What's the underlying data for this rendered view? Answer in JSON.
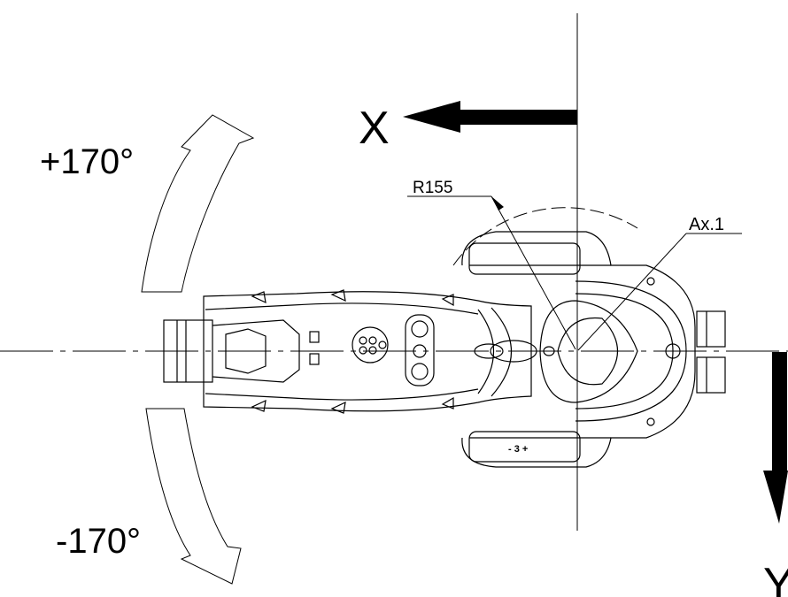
{
  "axis_labels": {
    "x": "X",
    "y": "Y"
  },
  "rotation": {
    "positive": "+170°",
    "negative": "-170°"
  },
  "radius_label": "R155",
  "axis_label": "Ax.1",
  "top_marking": "- 3 +"
}
